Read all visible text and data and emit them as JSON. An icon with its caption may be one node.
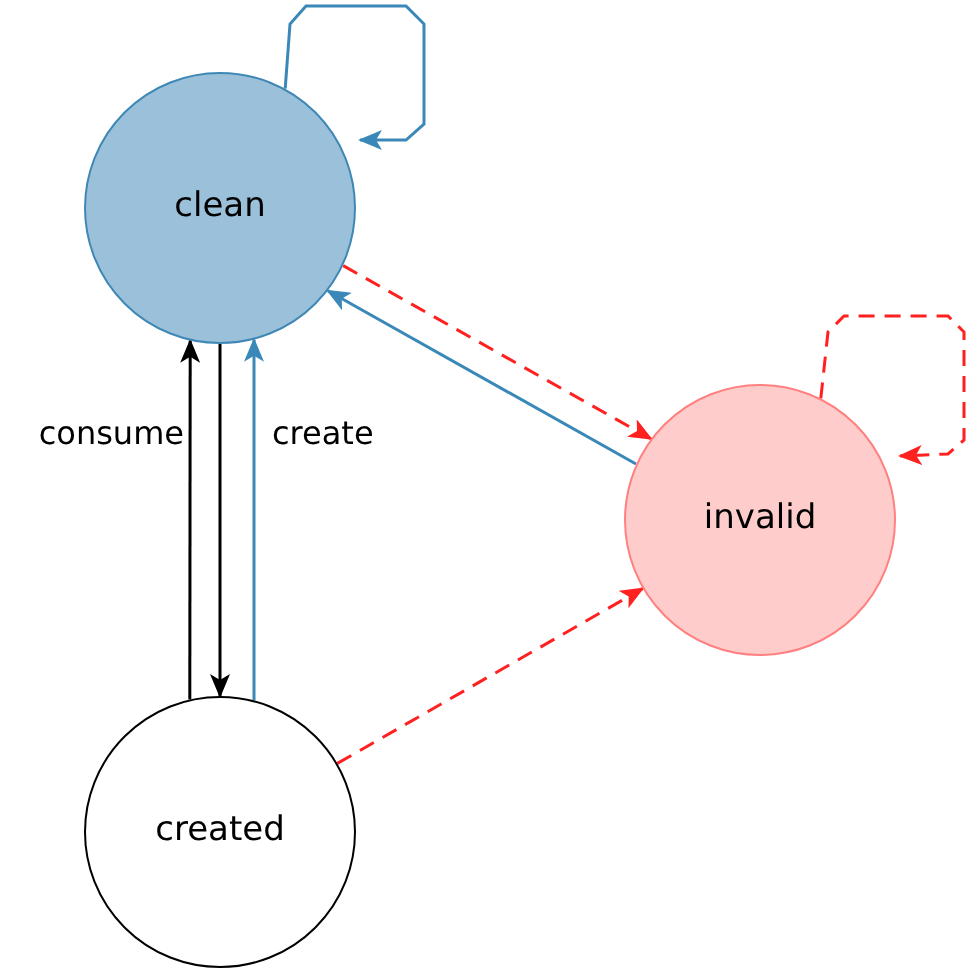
{
  "diagram": {
    "nodes": [
      {
        "text": [
          "clean"
        ]
      },
      {
        "text": [
          "invalid"
        ]
      },
      {
        "text": [
          "created"
        ]
      }
    ],
    "edges": [
      {
        "from": 0,
        "to": 0,
        "arrow": "to",
        "color": "#3a88b8"
      },
      {
        "from": 0,
        "to": 1,
        "arrow": "to",
        "style": "dashed",
        "color": "#ff2020"
      },
      {
        "from": 1,
        "to": 0,
        "arrow": "to",
        "color": "#3a88b8"
      },
      {
        "from": 2,
        "to": 0,
        "arrow": "to",
        "label": "consume",
        "color": "#000000"
      },
      {
        "from": 0,
        "to": 2,
        "arrow": "to",
        "color": "#000000"
      },
      {
        "from": 2,
        "to": 0,
        "arrow": "to",
        "label": "create",
        "color": "#3a88b8"
      },
      {
        "from": 2,
        "to": 1,
        "arrow": "to",
        "style": "dashed",
        "color": "#ff2020"
      },
      {
        "from": 1,
        "to": 1,
        "arrow": "to",
        "style": "dashed",
        "color": "#ff2020"
      }
    ]
  }
}
